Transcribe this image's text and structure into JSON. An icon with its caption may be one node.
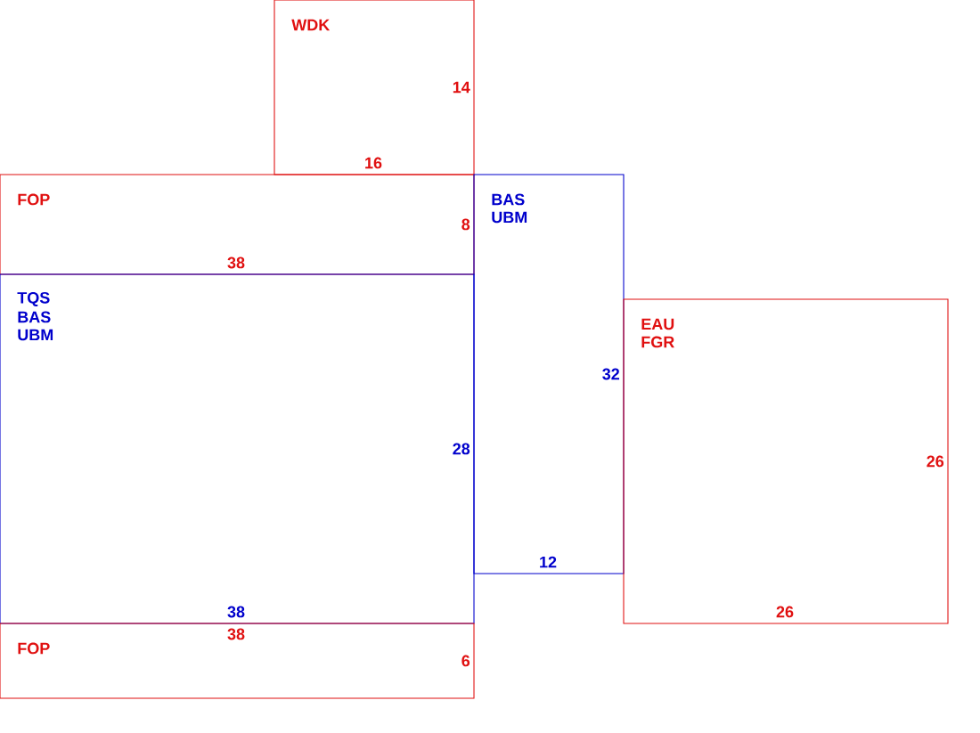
{
  "diagram": {
    "nodes": [
      {
        "text": [
          "WDK",
          "14",
          "16"
        ]
      },
      {
        "text": [
          "FOP",
          "8",
          "38"
        ]
      },
      {
        "text": [
          "BAS",
          "UBM",
          "32",
          "12"
        ]
      },
      {
        "text": [
          "TQS",
          "BAS",
          "UBM",
          "28",
          "38"
        ]
      },
      {
        "text": [
          "EAU",
          "FGR",
          "26",
          "26"
        ]
      },
      {
        "text": [
          "FOP",
          "6",
          "38"
        ]
      }
    ]
  }
}
